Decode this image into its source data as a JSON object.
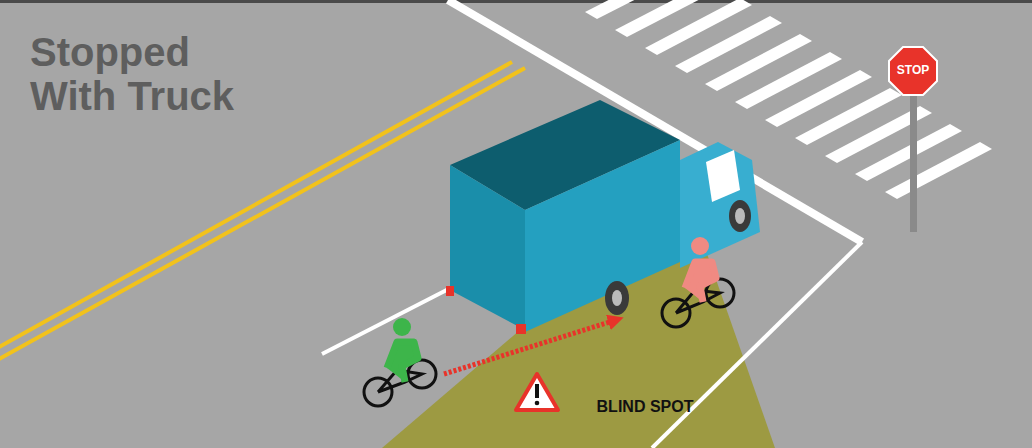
{
  "diagram": {
    "title": "Stopped With Truck",
    "labels": [
      "STOP",
      "BLIND SPOT"
    ]
  }
}
